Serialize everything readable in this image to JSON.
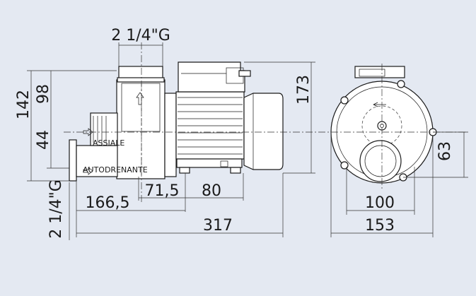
{
  "dimensions": {
    "top_port": "2 1/4\"G",
    "side_port": "2 1/4\"G",
    "overall_height_left": "142",
    "upper_height": "98",
    "lower_height": "44",
    "overall_height_right": "173",
    "base_length_1": "166,5",
    "base_length_2": "71,5",
    "base_length_3": "80",
    "overall_length": "317",
    "front_width_inner": "100",
    "front_width_outer": "153",
    "front_height": "63"
  },
  "labels": {
    "axial": "ASSIALE",
    "self_draining": "AUTODRENANTE"
  }
}
